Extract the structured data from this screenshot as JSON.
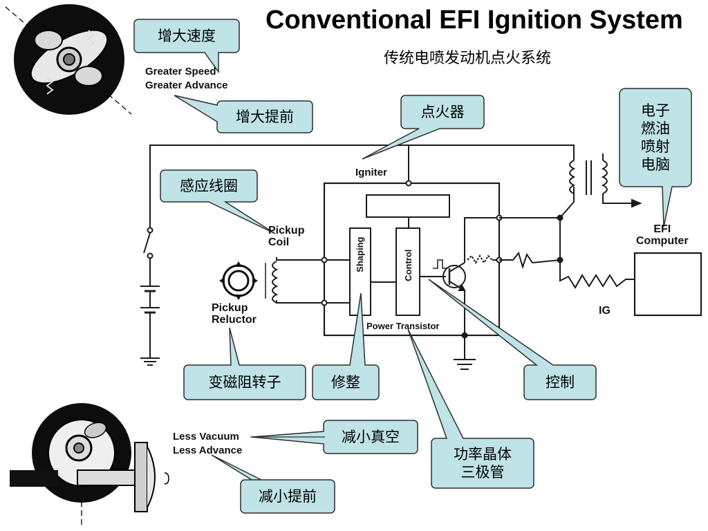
{
  "title": "Conventional EFI Ignition System",
  "subtitle": "传统电喷发动机点火系统",
  "colors": {
    "callout_fill": "#bfe3e6",
    "callout_border": "#2d2d2d",
    "line": "#1a1a1a"
  },
  "labels": {
    "greater_speed": "Greater Speed",
    "greater_advance": "Greater Advance",
    "igniter": "Igniter",
    "pickup_coil": "Pickup\nCoil",
    "pickup_reluctor": "Pickup\nReluctor",
    "shaping": "Shaping",
    "control": "Control",
    "power_transistor": "Power Transistor",
    "efi_computer": "EFI\nComputer",
    "ig": "IG",
    "less_vacuum": "Less Vacuum",
    "less_advance": "Less Advance"
  },
  "callouts": {
    "increase_speed": "增大速度",
    "increase_advance": "增大提前",
    "igniter_cn": "点火器",
    "efi_computer_cn": "电子\n燃油\n喷射\n电脑",
    "pickup_coil_cn": "感应线圈",
    "reluctor_cn": "变磁阻转子",
    "shaping_cn": "修整",
    "control_cn": "控制",
    "reduce_vacuum": "减小真空",
    "power_transistor_cn": "功率晶体\n三极管",
    "reduce_advance": "减小提前"
  }
}
